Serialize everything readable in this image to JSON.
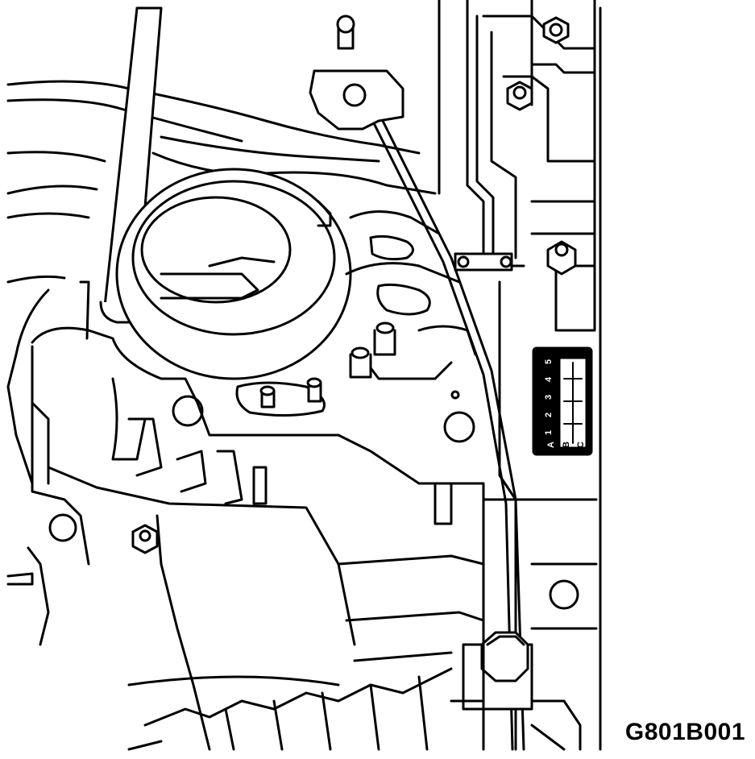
{
  "figure": {
    "code": "G801B001"
  },
  "label_plate": {
    "row_labels": [
      "A",
      "B",
      "C"
    ],
    "column_labels": [
      "1",
      "2",
      "3",
      "4",
      "5"
    ]
  }
}
